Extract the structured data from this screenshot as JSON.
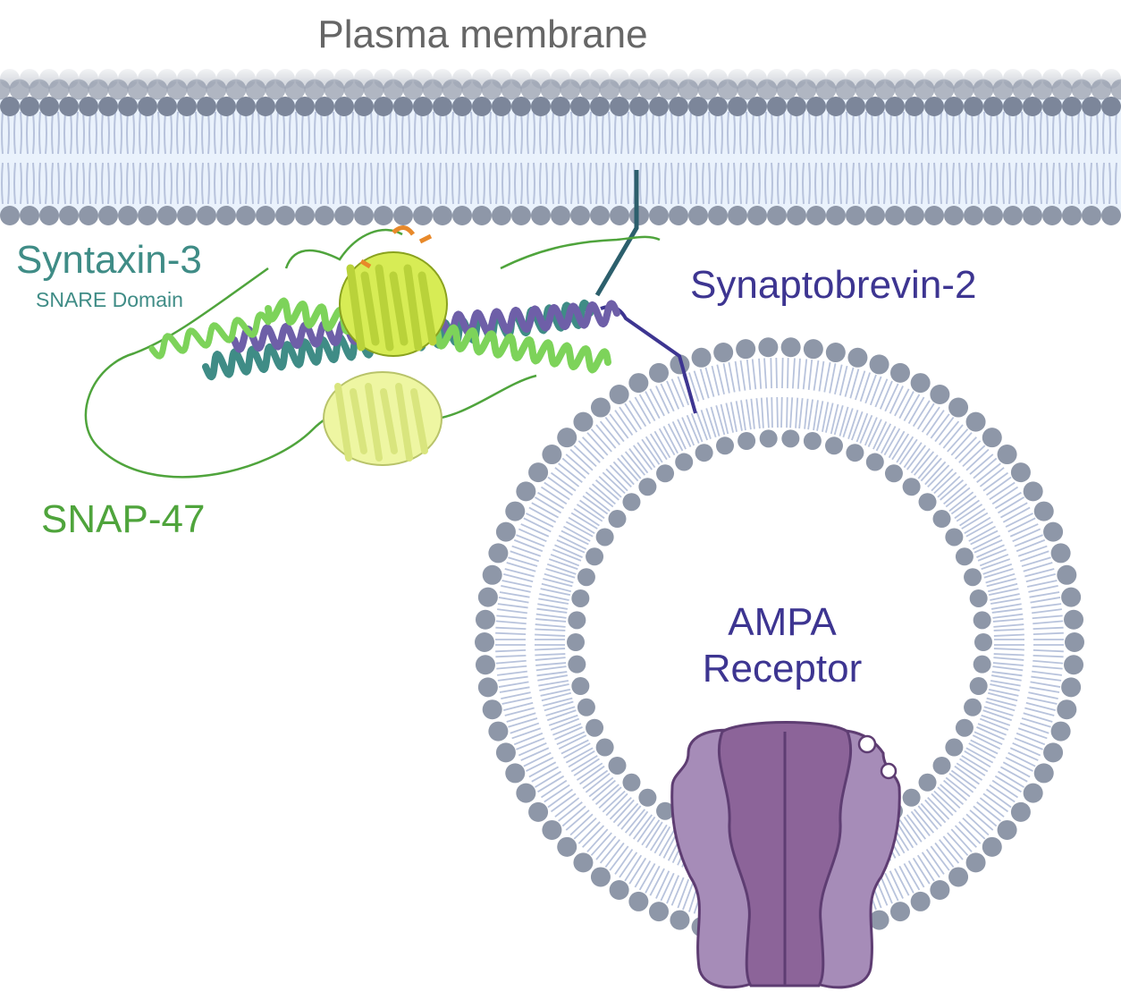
{
  "labels": {
    "title": "Plasma membrane",
    "syntaxin": "Syntaxin-3",
    "syntaxin_sub": "SNARE Domain",
    "snap": "SNAP-47",
    "synaptobrevin": "Synaptobrevin-2",
    "ampa_line1": "AMPA",
    "ampa_line2": "Receptor"
  },
  "colors": {
    "membrane_head": "#8e97a8",
    "membrane_head_dark": "#7c869a",
    "membrane_core": "#eaf2fc",
    "lipid_tail": "#b8c3dc",
    "syntaxin": "#3f8c86",
    "syntaxin_tail": "#2c5f6c",
    "snap": "#4fa43c",
    "snap_bright": "#7dd35a",
    "synaptobrevin": "#3d3591",
    "synaptobrevin_helix": "#6e5fa8",
    "protein_yellow": "#d7ec55",
    "protein_pale": "#eef6a2",
    "ampa_light": "#a68cb8",
    "ampa_dark": "#8c6499",
    "ampa_outline": "#5e3d72",
    "text_gray": "#666666"
  },
  "icons": {
    "membrane": "lipid-bilayer",
    "vesicle": "lipid-vesicle",
    "complex": "snare-complex-ribbon",
    "receptor": "ampa-receptor-channel"
  }
}
